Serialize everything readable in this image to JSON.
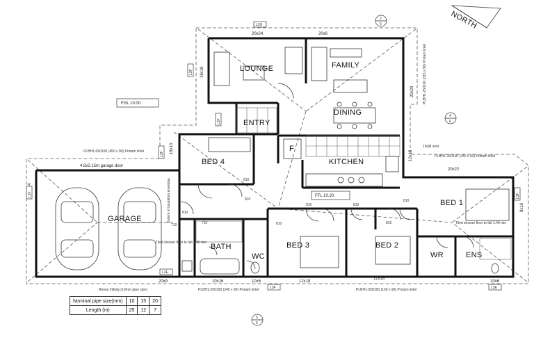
{
  "rooms": {
    "lounge": "LOUNGE",
    "family": "FAMILY",
    "dining": "DINING",
    "entry": "ENTRY",
    "kitchen": "KITCHEN",
    "bed4": "BED 4",
    "garage": "GARAGE",
    "bath": "BATH",
    "wc": "WC",
    "bed3": "BED 3",
    "bed2": "BED 2",
    "bed1": "BED 1",
    "wr": "WR",
    "ens": "ENS",
    "f": "F"
  },
  "north": "NORTH",
  "levels": {
    "fgl": "FGL 10.00",
    "ffl": "FFL 10.20"
  },
  "dimensions": {
    "d1": "20x24",
    "d2": "20x6",
    "d3": "18x18",
    "d4": "20x29",
    "d5": "20x22",
    "d6": "18x10",
    "d7": "18x14",
    "d8": "8x16",
    "d9": "10x16",
    "d10": "10x6",
    "d11": "12x18",
    "d12": "12x18",
    "d13": "10x6",
    "d14": "20x9",
    "d15": "10x18"
  },
  "tags": {
    "t1": "L2G",
    "t2": "L3F",
    "t3": "L3F",
    "t4": "L1F",
    "t5": "L3F",
    "t6": "L3F",
    "t7": "L3E",
    "t8": "L3E",
    "t9": "L3F"
  },
  "section_markers": {
    "a": "2",
    "a2": "6",
    "b": "4",
    "b2": "6",
    "c": "5",
    "c2": "5"
  },
  "notes": {
    "garage_door": "4.8x2.15m garage door",
    "lintel1": "PLBH1-090100 (450 x 90) Protam lintel",
    "lintel2": "PLBH1-250100 (240 x 90) Protam lintel",
    "lintel3": "PLBH1-250100 (240 x 90) Protam lintel",
    "lintel4": "PLBH1-250100 (150 x 90) Protam lintel",
    "lintel5": "PLBH1-250100 (315 x 90) Protam lintel",
    "vent": "150Ø vent",
    "shower_bath": "Tiled shower floor to fall 1:40 min",
    "shower_ens": "Tiled shower floor to fall 1:40 min",
    "insulation": "Extent of insulation envelope",
    "rinnai": "Rinnai Infinity (10mm pipe size)"
  },
  "door_widths": {
    "w1": "810",
    "w2": "810",
    "w3": "810",
    "w4": "810",
    "w5": "810",
    "w6": "810",
    "w7": "710",
    "w8": "810",
    "w9": "810",
    "w10": "710"
  },
  "pipe_table": {
    "row1_label": "Nominal pipe size(mm)",
    "row1": [
      "10",
      "15",
      "20"
    ],
    "row2_label": "Length (m)",
    "row2": [
      "25",
      "12",
      "7"
    ]
  }
}
